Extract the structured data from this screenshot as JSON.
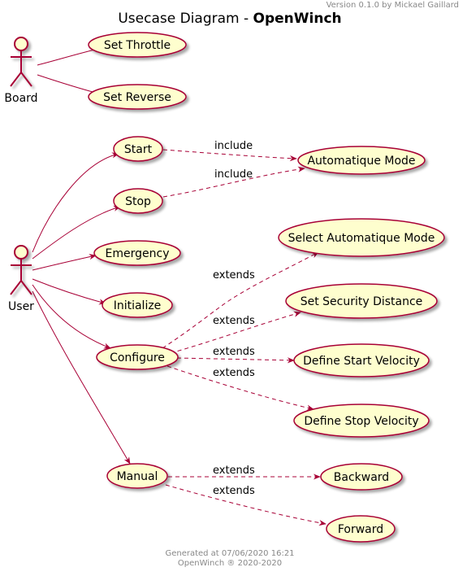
{
  "title": {
    "prefix": "Usecase Diagram - ",
    "name": "OpenWinch"
  },
  "version": "Version 0.1.0 by Mickael Gaillard",
  "footer": {
    "line1": "Generated at 07/06/2020 16:21",
    "line2": "OpenWinch ® 2020-2020"
  },
  "colors": {
    "usecase_fill": "#FEFECE",
    "line": "#A80036",
    "text": "#000000",
    "muted": "#888888"
  },
  "actors": {
    "board": "Board",
    "user": "User"
  },
  "usecases": {
    "set_throttle": "Set Throttle",
    "set_reverse": "Set Reverse",
    "start": "Start",
    "stop": "Stop",
    "automatique_mode": "Automatique Mode",
    "emergency": "Emergency",
    "initialize": "Initialize",
    "configure": "Configure",
    "select_automatique_mode": "Select Automatique Mode",
    "set_security_distance": "Set Security Distance",
    "define_start_velocity": "Define Start Velocity",
    "define_stop_velocity": "Define Stop Velocity",
    "manual": "Manual",
    "backward": "Backward",
    "forward": "Forward"
  },
  "relations": {
    "include": "include",
    "extends": "extends"
  }
}
